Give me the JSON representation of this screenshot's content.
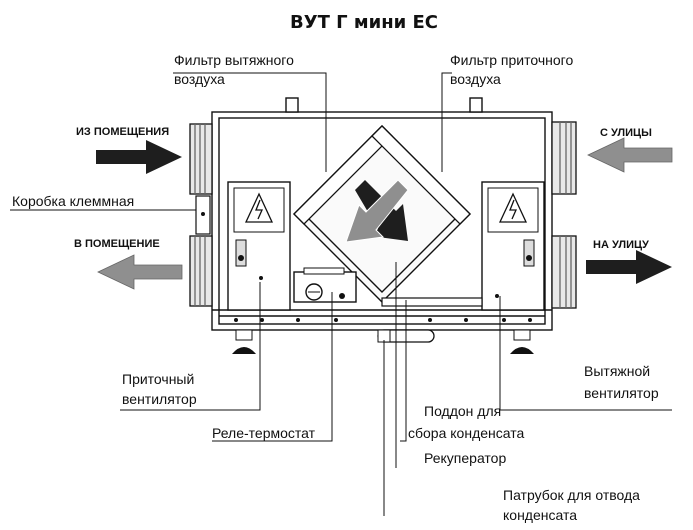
{
  "title": "ВУТ Г мини ЕС",
  "flows": {
    "from_room": "ИЗ ПОМЕЩЕНИЯ",
    "from_street": "С УЛИЦЫ",
    "to_room": "В ПОМЕЩЕНИЕ",
    "to_street": "НА УЛИЦУ"
  },
  "labels": {
    "exhaust_filter_1": "Фильтр вытяжного",
    "exhaust_filter_2": "воздуха",
    "supply_filter_1": "Фильтр приточного",
    "supply_filter_2": "воздуха",
    "terminal_box": "Коробка клеммная",
    "supply_fan_1": "Приточный",
    "supply_fan_2": "вентилятор",
    "exhaust_fan_1": "Вытяжной",
    "exhaust_fan_2": "вентилятор",
    "thermostat": "Реле-термостат",
    "tray_1": "Поддон для",
    "tray_2": "сбора конденсата",
    "recuperator": "Рекуператор",
    "drain_1": "Патрубок для отвода",
    "drain_2": "конденсата"
  },
  "colors": {
    "outline": "#111111",
    "arrow_dark": "#1e1e1e",
    "arrow_grey": "#8f8f8f"
  }
}
